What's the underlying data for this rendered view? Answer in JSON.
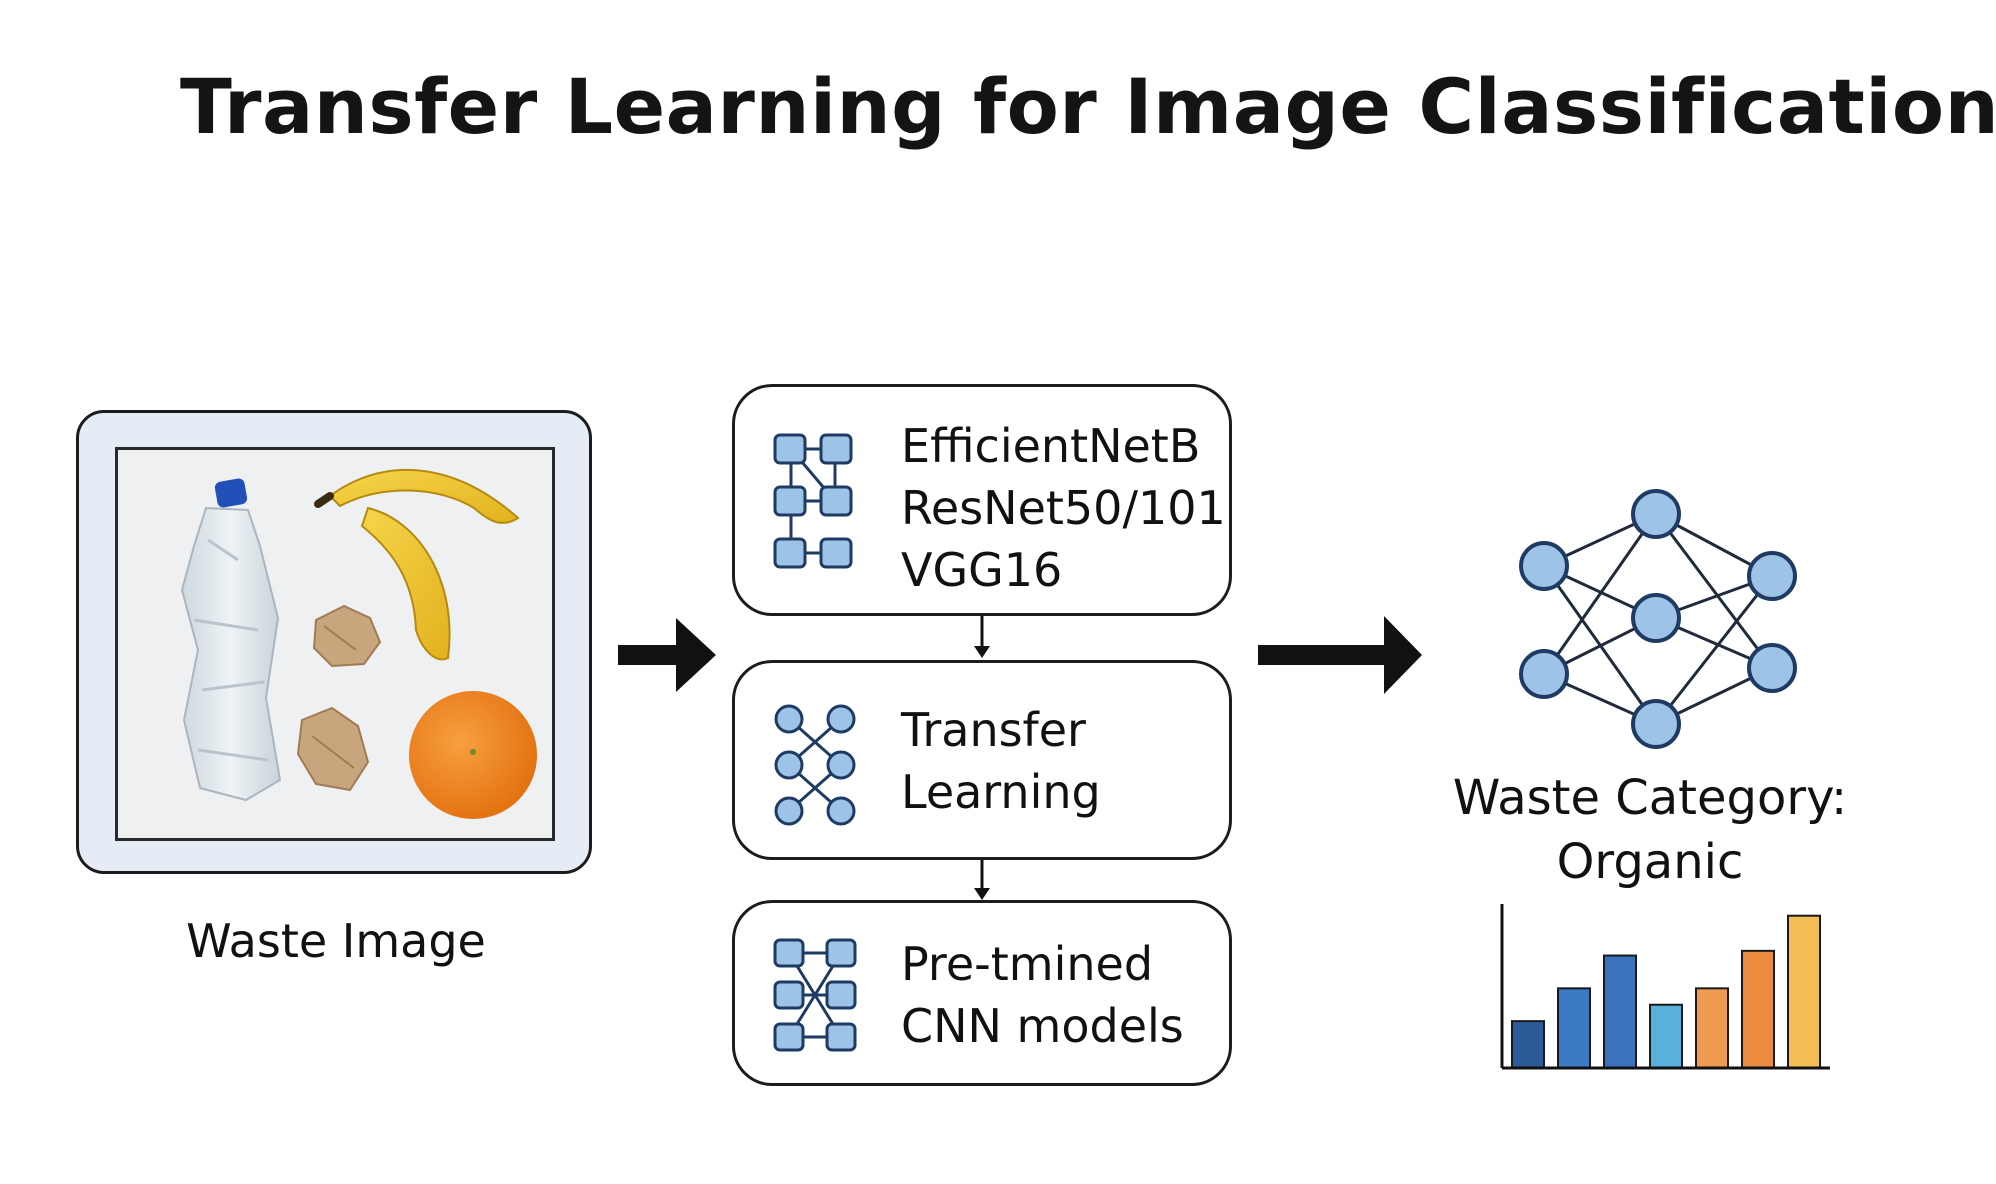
{
  "title": "Transfer Learning for Image Classification",
  "input": {
    "label": "Waste Image"
  },
  "pipeline": {
    "architectures": [
      "EfficientNetB",
      "ResNet50/101",
      "VGG16"
    ],
    "method": [
      "Transfer",
      "Learning"
    ],
    "pretrained": [
      "Pre-tmined",
      "CNN models"
    ]
  },
  "output": {
    "category_label": "Waste Category:",
    "category_value": "Organic"
  },
  "colors": {
    "frame_fill": "#e5ecf6",
    "node_fill": "#9dc3e6",
    "node_stroke": "#1f3b63",
    "arrow": "#111111",
    "bars": [
      "#2c5b99",
      "#3b7ac4",
      "#3a72bd",
      "#5ab0dd",
      "#ef9a50",
      "#ec8a40",
      "#f2be55"
    ]
  },
  "chart_data": {
    "type": "bar",
    "values": [
      0.4,
      0.68,
      0.96,
      0.54,
      0.68,
      1.0,
      1.3
    ],
    "ylim": [
      0,
      1.4
    ]
  }
}
